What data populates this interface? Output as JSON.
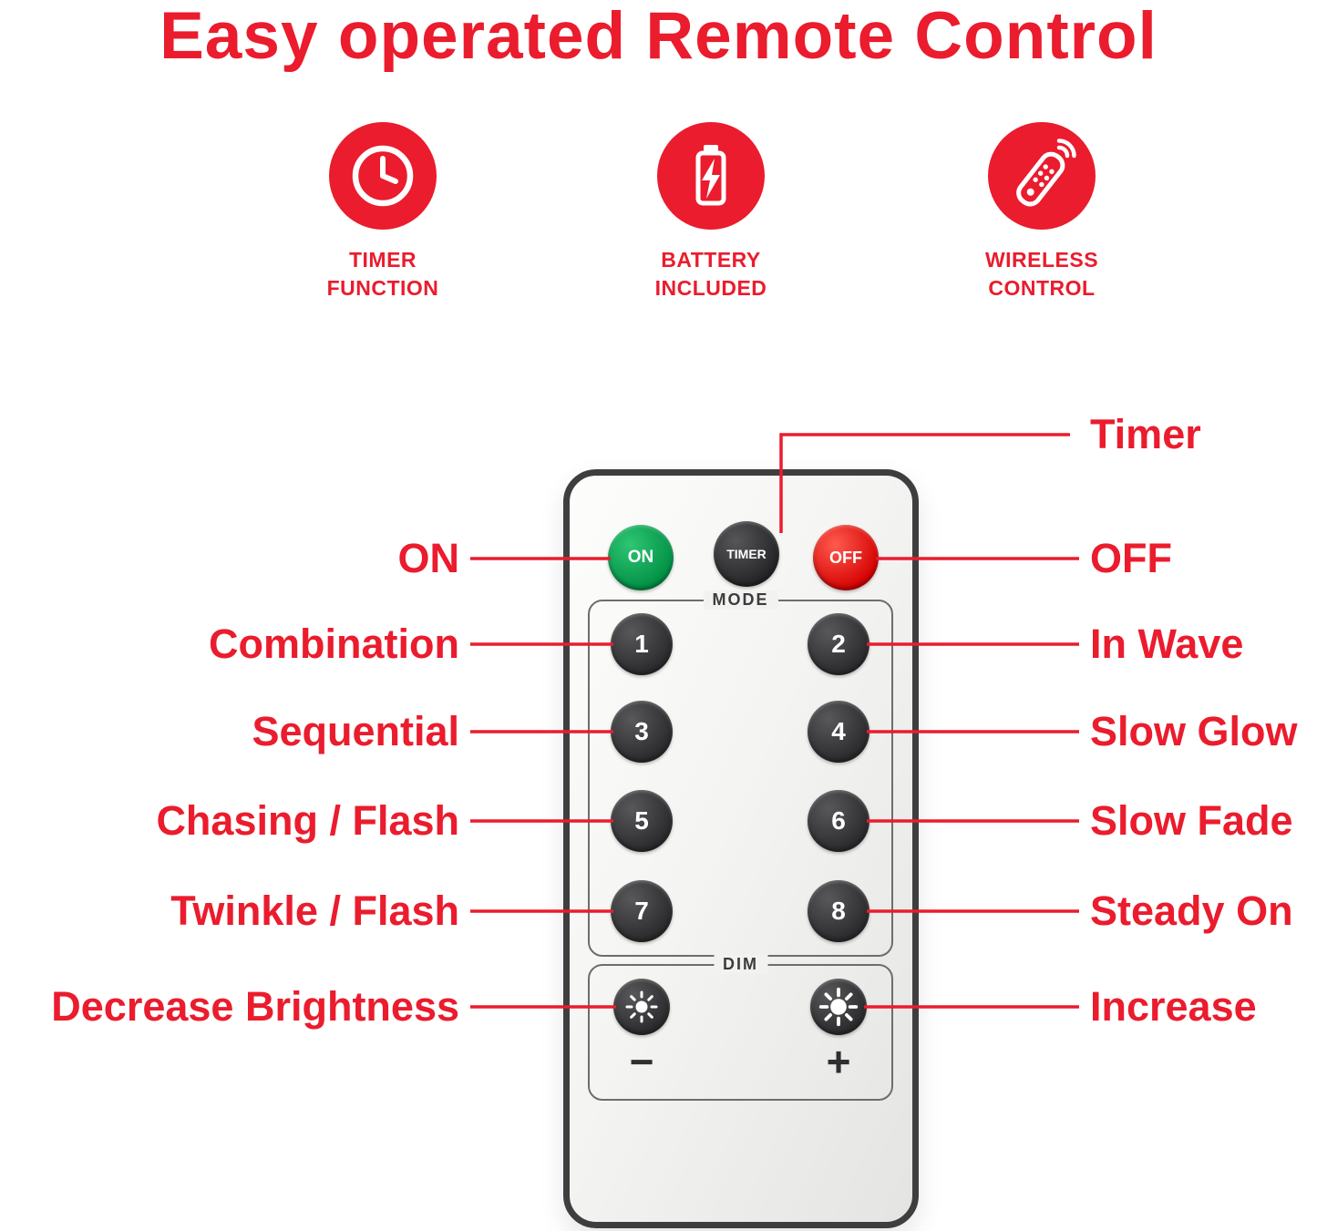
{
  "title": "Easy operated Remote Control",
  "colors": {
    "accent": "#ea1c2d",
    "green": "#00a651",
    "red": "#e8000e",
    "button": "#3a3a3c",
    "remote-body": "#f3f3f1",
    "remote-border": "#3e3e40"
  },
  "features": [
    {
      "icon": "clock-icon",
      "label": "TIMER\nFUNCTION"
    },
    {
      "icon": "battery-icon",
      "label": "BATTERY\nINCLUDED"
    },
    {
      "icon": "remote-icon",
      "label": "WIRELESS\nCONTROL"
    }
  ],
  "remote": {
    "on_button": "ON",
    "timer_button": "TIMER",
    "off_button": "OFF",
    "mode_section_label": "MODE",
    "mode_buttons": [
      "1",
      "2",
      "3",
      "4",
      "5",
      "6",
      "7",
      "8"
    ],
    "dim_section_label": "DIM",
    "decrease_symbol": "−",
    "increase_symbol": "+"
  },
  "callouts": {
    "timer": "Timer",
    "on": "ON",
    "off": "OFF",
    "mode1": "Combination",
    "mode2": "In Wave",
    "mode3": "Sequential",
    "mode4": "Slow Glow",
    "mode5": "Chasing / Flash",
    "mode6": "Slow Fade",
    "mode7": "Twinkle / Flash",
    "mode8": "Steady On",
    "dim_decrease": "Decrease Brightness",
    "dim_increase": "Increase"
  }
}
